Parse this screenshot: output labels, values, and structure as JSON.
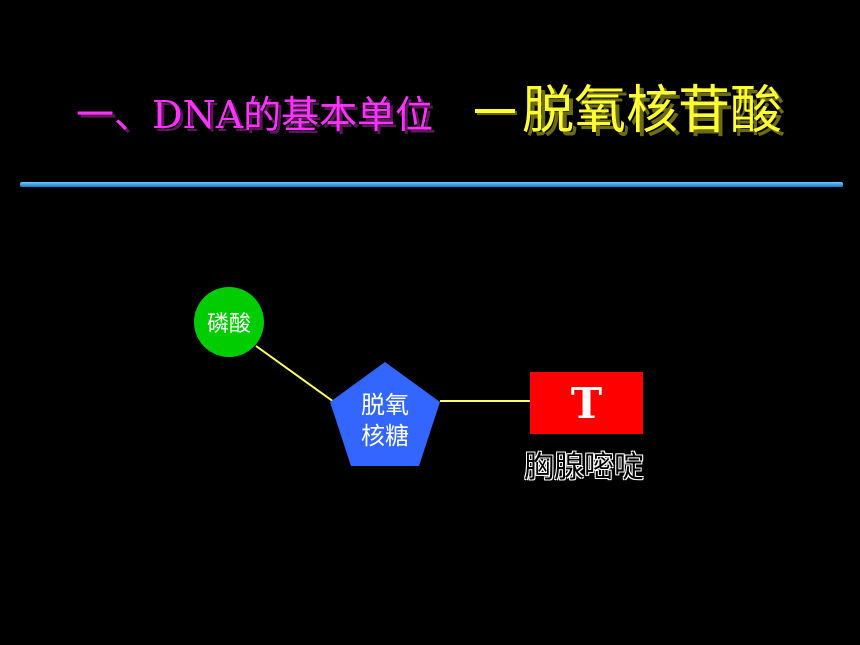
{
  "title": {
    "prefix": "一、DNA的基本单位",
    "highlight": "脱氧核苷酸"
  },
  "diagram": {
    "phosphate": {
      "label": "磷酸"
    },
    "sugar": {
      "line1": "脱氧",
      "line2": "核糖"
    },
    "base": {
      "letter": "T",
      "name": "胸腺嘧啶"
    }
  },
  "colors": {
    "background": "#000000",
    "title_prefix": "#ff33ff",
    "title_highlight": "#ffff33",
    "divider": "#3399ff",
    "phosphate": "#00cc00",
    "sugar": "#3366ff",
    "base": "#ff0000",
    "connector": "#ffff66"
  }
}
